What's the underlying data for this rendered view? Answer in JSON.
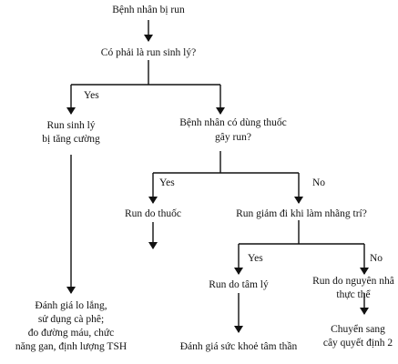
{
  "nodes": {
    "root": "Bệnh nhân bị run",
    "q_physio": "Có phải là run sinh lý?",
    "physio_line1": "Run sinh lý",
    "physio_line2": "bị tăng cường",
    "q_drug_line1": "Bệnh nhân có dùng thuốc",
    "q_drug_line2": "gây run?",
    "drug_tremor": "Run do thuốc",
    "q_distract": "Run giảm đi khi làm nhãng trí?",
    "psych": "Run do tâm lý",
    "organic_line1": "Run do nguyên nhâ",
    "organic_line2": "thực thể",
    "eval_line1": "Đánh giá lo lắng,",
    "eval_line2": "sử dụng cà phê;",
    "eval_line3": "đo đường máu, chức",
    "eval_line4": "năng gan, định lượng TSH",
    "mental": "Đánh giá sức khoẻ tâm thần",
    "transfer_line1": "Chuyển sang",
    "transfer_line2": "cây quyết định 2"
  },
  "branch_labels": {
    "yes1": "Yes",
    "yes2": "Yes",
    "no2": "No",
    "yes3": "Yes",
    "no3": "No"
  }
}
